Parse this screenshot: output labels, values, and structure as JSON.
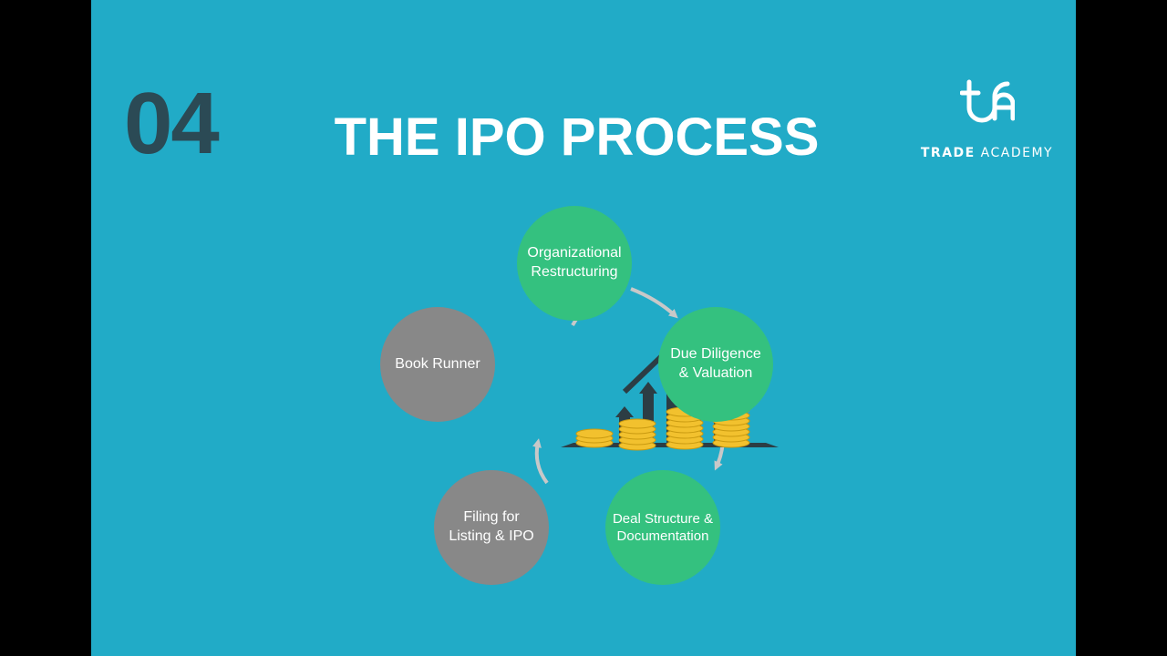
{
  "slide": {
    "number": "04",
    "title": "THE IPO PROCESS",
    "background": "#21abc7",
    "number_color": "#2b4a55"
  },
  "logo": {
    "mark_icon": "ta-monogram-icon",
    "text_bold": "TRADE",
    "text_regular": "ACADEMY"
  },
  "cycle": {
    "steps": [
      {
        "label": "Organizational\nRestructuring",
        "color": "#34c17f"
      },
      {
        "label": "Due Diligence\n& Valuation",
        "color": "#34c17f"
      },
      {
        "label": "Deal Structure &\nDocumentation",
        "color": "#34c17f"
      },
      {
        "label": "Filing for\nListing & IPO",
        "color": "#888888"
      },
      {
        "label": "Book Runner",
        "color": "#888888"
      }
    ],
    "arrow_color": "#c8c8c8",
    "center_icon": "growth-chart-coins-icon"
  }
}
